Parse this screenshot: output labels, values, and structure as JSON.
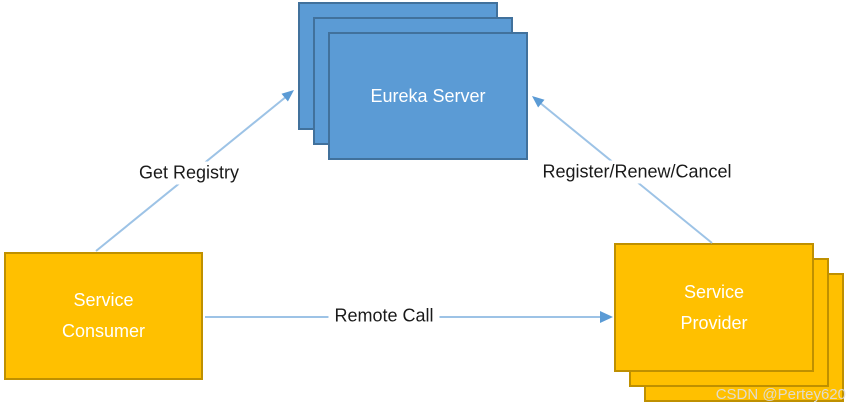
{
  "colors": {
    "blue_fill": "#5B9BD5",
    "blue_border": "#41719C",
    "orange_fill": "#FFC000",
    "orange_border": "#BF9000",
    "arrow_line": "#9DC3E6",
    "arrow_head": "#5B9BD5",
    "node_text": "#FFFFFF",
    "edge_label_text": "#1A1A1A",
    "watermark_text": "#DEDEDE"
  },
  "diagram": {
    "title": "Eureka service discovery diagram",
    "nodes": {
      "eureka_server": {
        "label": "Eureka Server",
        "style": "blue-stack-of-3"
      },
      "service_consumer": {
        "label_line1": "Service",
        "label_line2": "Consumer",
        "style": "orange-single"
      },
      "service_provider": {
        "label_line1": "Service",
        "label_line2": "Provider",
        "style": "orange-stack-of-3"
      }
    },
    "edges": [
      {
        "label": "Get Registry",
        "from": "service_consumer",
        "to": "eureka_server"
      },
      {
        "label": "Register/Renew/Cancel",
        "from": "service_provider",
        "to": "eureka_server"
      },
      {
        "label": "Remote Call",
        "from": "service_consumer",
        "to": "service_provider"
      }
    ]
  },
  "watermark": {
    "text": "CSDN @Pertey620"
  }
}
